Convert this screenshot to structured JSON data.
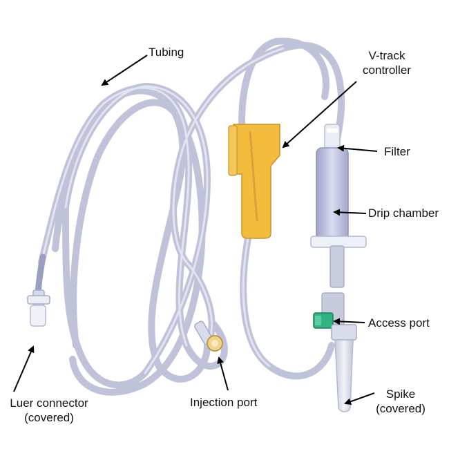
{
  "labels": {
    "tubing": "Tubing",
    "vtrack_line1": "V-track",
    "vtrack_line2": "controller",
    "filter": "Filter",
    "drip_chamber": "Drip chamber",
    "access_port": "Access port",
    "spike_line1": "Spike",
    "spike_line2": "(covered)",
    "luer_line1": "Luer connector",
    "luer_line2": "(covered)",
    "injection_port": "Injection port"
  },
  "colors": {
    "tube": "#b4b8d2",
    "tube_highlight": "#e4e6f2",
    "controller": "#f2bc3c",
    "access_port": "#2fb383",
    "arrow": "#000000"
  }
}
